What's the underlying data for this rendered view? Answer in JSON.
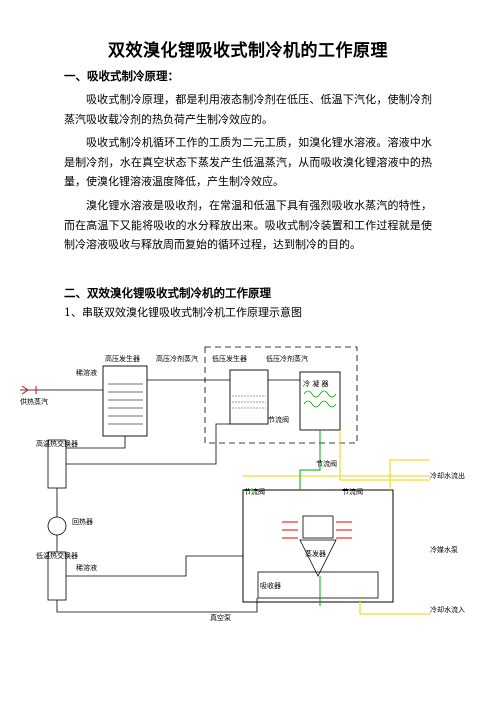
{
  "title": "双效溴化锂吸收式制冷机的工作原理",
  "section1": {
    "heading": "一、吸收式制冷原理：",
    "paragraphs": [
      "吸收式制冷原理，都是利用液态制冷剂在低压、低温下汽化，使制冷剂蒸汽吸收载冷剂的热负荷产生制冷效应的。",
      "吸收式制冷机循环工作的工质为二元工质，如溴化锂水溶液。溶液中水是制冷剂，水在真空状态下蒸发产生低温蒸汽，从而吸收溴化锂溶液中的热量，使溴化锂溶液温度降低，产生制冷效应。",
      "溴化锂水溶液是吸收剂，在常温和低温下具有强烈吸收水蒸汽的特性，而在高温下又能将吸收的水分释放出来。吸收式制冷装置和工作过程就是使制冷溶液吸收与释放周而复始的循环过程，达到制冷的目的。"
    ]
  },
  "section2": {
    "heading": "二、双效溴化锂吸收式制冷机的工作原理",
    "subheading": "1、串联双效溴化锂吸收式制冷机工作原理示意图"
  },
  "diagram": {
    "labels": {
      "high_gen": "高压发生器",
      "high_refrig_vapor": "高压冷剂蒸汽",
      "low_gen": "低压发生器",
      "low_refrig_vapor": "低压冷剂蒸汽",
      "condenser": "冷 凝 器",
      "dilute": "稀溶液",
      "steam": "供热蒸汽",
      "throttle1": "节流阀",
      "throttle2": "节流阀",
      "throttle3": "节流阀",
      "throttle4": "节流阀",
      "cool_out": "冷却水流出",
      "high_hx": "高温热交换器",
      "regen": "回热器",
      "evaporator": "蒸发器",
      "chilled": "冷媒水泵",
      "low_hx": "低温热交换器",
      "dilute2": "稀溶液",
      "absorber": "吸收器",
      "vacuum": "真空泵",
      "cool_in": "冷却水流入"
    }
  }
}
